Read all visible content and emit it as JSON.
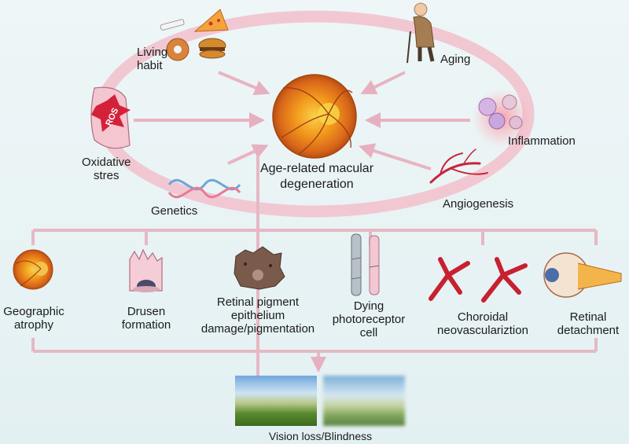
{
  "center": {
    "label": [
      "Age-related macular",
      "degeneration"
    ]
  },
  "causes": [
    {
      "id": "living-habit",
      "label": [
        "Living",
        "habit"
      ]
    },
    {
      "id": "aging",
      "label": [
        "Aging"
      ]
    },
    {
      "id": "oxidative",
      "label": [
        "Oxidative",
        "stres"
      ]
    },
    {
      "id": "inflammation",
      "label": [
        "Inflammation"
      ]
    },
    {
      "id": "genetics",
      "label": [
        "Genetics"
      ]
    },
    {
      "id": "angiogenesis",
      "label": [
        "Angiogenesis"
      ]
    }
  ],
  "ros_text": "ROS",
  "outcomes": [
    {
      "id": "geographic-atrophy",
      "label": [
        "Geographic",
        "atrophy"
      ]
    },
    {
      "id": "drusen-formation",
      "label": [
        "Drusen",
        "formation"
      ]
    },
    {
      "id": "rpe-damage",
      "label": [
        "Retinal pigment",
        "epithelium",
        "damage/pigmentation"
      ]
    },
    {
      "id": "dying-photoreceptor",
      "label": [
        "Dying",
        "photoreceptor",
        "cell"
      ]
    },
    {
      "id": "choroidal-neovascularization",
      "label": [
        "Choroidal",
        "neovasculariztion"
      ]
    },
    {
      "id": "retinal-detachment",
      "label": [
        "Retinal",
        "detachment"
      ]
    }
  ],
  "result": {
    "label": "Vision loss/Blindness"
  },
  "colors": {
    "connector": "#e6b8c4",
    "ellipse": "#f2ccd4",
    "arrow": "#e8b4c2"
  }
}
